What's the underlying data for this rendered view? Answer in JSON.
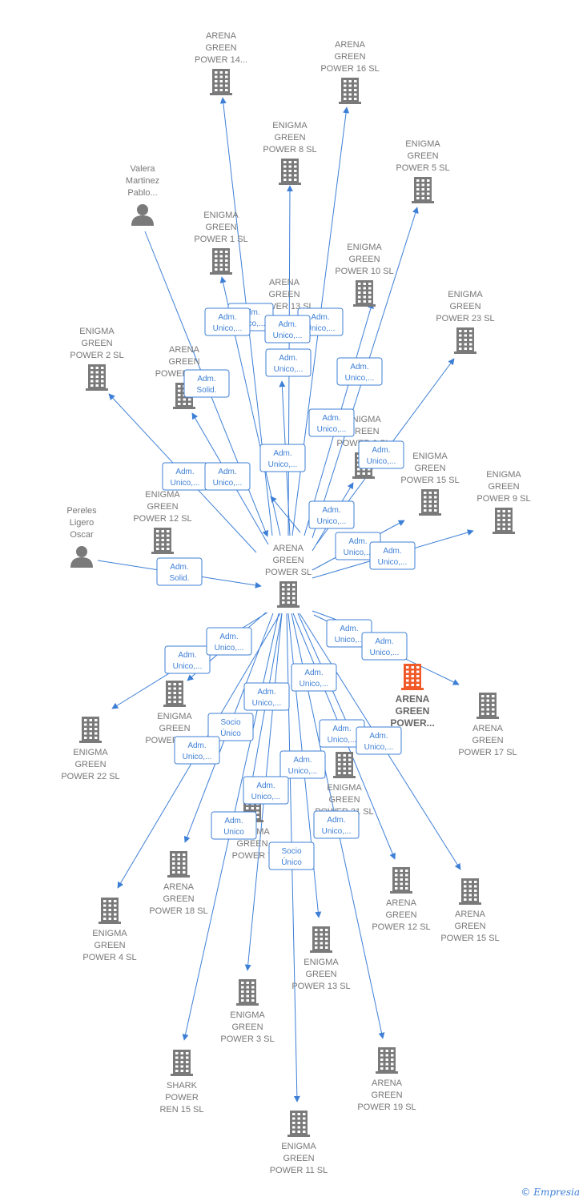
{
  "colors": {
    "edge": "#3d7fd6",
    "building": "#7a7a7a",
    "focus_building": "#f05a28",
    "label": "#777777"
  },
  "nodes": [
    {
      "id": "c",
      "type": "company",
      "lines": [
        "ARENA",
        "GREEN",
        "POWER  SL"
      ]
    },
    {
      "id": "a14",
      "type": "company",
      "lines": [
        "ARENA",
        "GREEN",
        "POWER 14..."
      ]
    },
    {
      "id": "a16",
      "type": "company",
      "lines": [
        "ARENA",
        "GREEN",
        "POWER 16  SL"
      ]
    },
    {
      "id": "e8",
      "type": "company",
      "lines": [
        "ENIGMA",
        "GREEN",
        "POWER 8  SL"
      ]
    },
    {
      "id": "e5",
      "type": "company",
      "lines": [
        "ENIGMA",
        "GREEN",
        "POWER 5  SL"
      ]
    },
    {
      "id": "valera",
      "type": "person",
      "lines": [
        "Valera",
        "Martinez",
        "Pablo..."
      ]
    },
    {
      "id": "e1",
      "type": "company",
      "lines": [
        "ENIGMA",
        "GREEN",
        "POWER 1  SL"
      ]
    },
    {
      "id": "e10",
      "type": "company",
      "lines": [
        "ENIGMA",
        "GREEN",
        "POWER 10  SL"
      ]
    },
    {
      "id": "a13",
      "type": "company",
      "lines": [
        "ARENA",
        "GREEN",
        "POWER 13  SL"
      ]
    },
    {
      "id": "e23",
      "type": "company",
      "lines": [
        "ENIGMA",
        "GREEN",
        "POWER 23  SL"
      ]
    },
    {
      "id": "e2",
      "type": "company",
      "lines": [
        "ENIGMA",
        "GREEN",
        "POWER 2  SL"
      ]
    },
    {
      "id": "a11",
      "type": "company",
      "lines": [
        "ARENA",
        "GREEN",
        "POWER 11  SL"
      ]
    },
    {
      "id": "e6",
      "type": "company",
      "lines": [
        "ENIGMA",
        "GREEN",
        "POWER 6  SL"
      ]
    },
    {
      "id": "e15",
      "type": "company",
      "lines": [
        "ENIGMA",
        "GREEN",
        "POWER 15  SL"
      ]
    },
    {
      "id": "e9",
      "type": "company",
      "lines": [
        "ENIGMA",
        "GREEN",
        "POWER 9  SL"
      ]
    },
    {
      "id": "e12",
      "type": "company",
      "lines": [
        "ENIGMA",
        "GREEN",
        "POWER 12  SL"
      ]
    },
    {
      "id": "pereles",
      "type": "person",
      "lines": [
        "Pereles",
        "Ligero",
        "Oscar"
      ]
    },
    {
      "id": "focus",
      "type": "focus",
      "lines": [
        "ARENA",
        "GREEN",
        "POWER..."
      ]
    },
    {
      "id": "a17",
      "type": "company",
      "lines": [
        "ARENA",
        "GREEN",
        "POWER 17  SL"
      ]
    },
    {
      "id": "e22",
      "type": "company",
      "lines": [
        "ENIGMA",
        "GREEN",
        "POWER 22  SL"
      ]
    },
    {
      "id": "e20",
      "type": "company",
      "lines": [
        "ENIGMA",
        "GREEN",
        "POWER 20  SL"
      ]
    },
    {
      "id": "e21",
      "type": "company",
      "lines": [
        "ENIGMA",
        "GREEN",
        "POWER 21  SL"
      ]
    },
    {
      "id": "e7",
      "type": "company",
      "lines": [
        "ENIGMA",
        "GREEN",
        "POWER 7"
      ]
    },
    {
      "id": "a18",
      "type": "company",
      "lines": [
        "ARENA",
        "GREEN",
        "POWER 18  SL"
      ]
    },
    {
      "id": "a12",
      "type": "company",
      "lines": [
        "ARENA",
        "GREEN",
        "POWER 12  SL"
      ]
    },
    {
      "id": "a15",
      "type": "company",
      "lines": [
        "ARENA",
        "GREEN",
        "POWER 15  SL"
      ]
    },
    {
      "id": "e4",
      "type": "company",
      "lines": [
        "ENIGMA",
        "GREEN",
        "POWER 4  SL"
      ]
    },
    {
      "id": "e13",
      "type": "company",
      "lines": [
        "ENIGMA",
        "GREEN",
        "POWER 13  SL"
      ]
    },
    {
      "id": "e3",
      "type": "company",
      "lines": [
        "ENIGMA",
        "GREEN",
        "POWER 3  SL"
      ]
    },
    {
      "id": "shark",
      "type": "company",
      "lines": [
        "SHARK",
        "POWER",
        "REN 15  SL"
      ]
    },
    {
      "id": "a19",
      "type": "company",
      "lines": [
        "ARENA",
        "GREEN",
        "POWER 19  SL"
      ]
    },
    {
      "id": "e11",
      "type": "company",
      "lines": [
        "ENIGMA",
        "GREEN",
        "POWER 11  SL"
      ]
    }
  ],
  "edges": [
    {
      "from": "c",
      "to": "a14",
      "role": [
        "Adm.",
        "Unico,..."
      ]
    },
    {
      "from": "c",
      "to": "a16",
      "role": [
        "Adm.",
        "Unico,..."
      ]
    },
    {
      "from": "c",
      "to": "e8",
      "role": [
        "Adm.",
        "Unico,..."
      ]
    },
    {
      "from": "c",
      "to": "e5",
      "role": [
        "Adm.",
        "Unico,..."
      ]
    },
    {
      "from": "valera",
      "to": "c",
      "role": [
        "Adm.",
        "Solid."
      ]
    },
    {
      "from": "c",
      "to": "e1",
      "role": [
        "Adm.",
        "Unico,..."
      ]
    },
    {
      "from": "c",
      "to": "e10",
      "role": [
        "Adm.",
        "Unico,..."
      ]
    },
    {
      "from": "c",
      "to": "a13",
      "role": [
        "Adm.",
        "Unico,..."
      ]
    },
    {
      "from": "c",
      "to": "e23",
      "role": [
        "Adm.",
        "Unico,..."
      ]
    },
    {
      "from": "c",
      "to": "e2",
      "role": [
        "Adm.",
        "Unico,..."
      ]
    },
    {
      "from": "c",
      "to": "a11",
      "role": [
        "Adm.",
        "Unico,..."
      ]
    },
    {
      "from": "c",
      "to": "e6",
      "role": [
        "Adm.",
        "Unico,..."
      ]
    },
    {
      "from": "c",
      "to": "e15",
      "role": [
        "Adm.",
        "Unico,..."
      ]
    },
    {
      "from": "c",
      "to": "e9",
      "role": [
        "Adm.",
        "Unico,..."
      ]
    },
    {
      "from": "c",
      "to": "e12",
      "role": [
        "Adm.",
        "Unico,..."
      ]
    },
    {
      "from": "pereles",
      "to": "c",
      "role": [
        "Adm.",
        "Solid."
      ]
    },
    {
      "from": "c",
      "to": "focus",
      "role": [
        "Adm.",
        "Unico,..."
      ]
    },
    {
      "from": "c",
      "to": "a17",
      "role": [
        "Adm.",
        "Unico,..."
      ]
    },
    {
      "from": "c",
      "to": "e22",
      "role": [
        "Adm.",
        "Unico,..."
      ]
    },
    {
      "from": "c",
      "to": "e20",
      "role": [
        "Adm.",
        "Unico,..."
      ]
    },
    {
      "from": "c",
      "to": "e21",
      "role": [
        "Adm.",
        "Unico,..."
      ]
    },
    {
      "from": "c",
      "to": "e7",
      "role": [
        "Adm.",
        "Unico,..."
      ]
    },
    {
      "from": "c",
      "to": "a18",
      "role": [
        "Socio",
        "Único"
      ]
    },
    {
      "from": "c",
      "to": "a12",
      "role": [
        "Adm.",
        "Unico,..."
      ]
    },
    {
      "from": "c",
      "to": "a15",
      "role": [
        "Adm.",
        "Unico,..."
      ]
    },
    {
      "from": "c",
      "to": "e4",
      "role": [
        "Adm.",
        "Unico,..."
      ]
    },
    {
      "from": "c",
      "to": "e13",
      "role": [
        "Adm.",
        "Unico,..."
      ]
    },
    {
      "from": "c",
      "to": "e3",
      "role": [
        "Adm.",
        "Unico"
      ]
    },
    {
      "from": "c",
      "to": "shark",
      "role": [
        "Adm.",
        "Unico,..."
      ]
    },
    {
      "from": "c",
      "to": "a19",
      "role": [
        "Socio",
        "Único"
      ]
    },
    {
      "from": "c",
      "to": "e11",
      "role": [
        "Adm.",
        "Unico,..."
      ]
    }
  ],
  "footer": {
    "copyright": "©",
    "brand": "Empresia"
  }
}
